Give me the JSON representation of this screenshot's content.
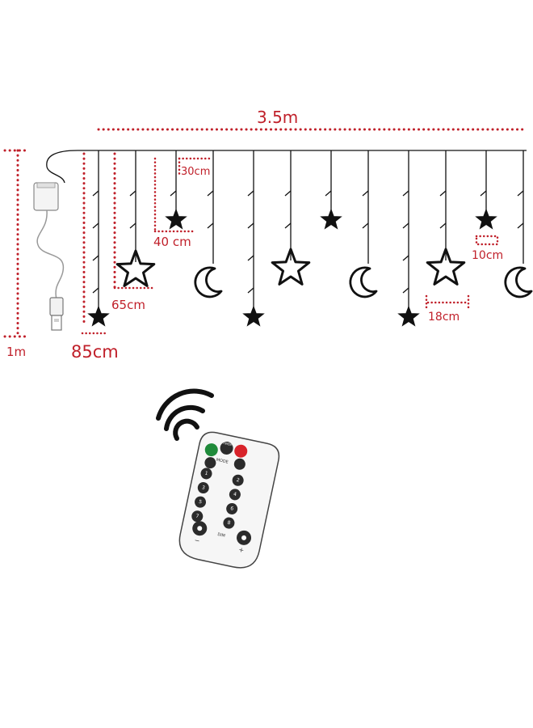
{
  "dimensions": {
    "total_width": "3.5m",
    "height": "1m",
    "strand_85": "85cm",
    "strand_65": "65cm",
    "strand_40": "40 cm",
    "strand_30": "30cm",
    "spacing_18": "18cm",
    "spacing_10": "10cm"
  },
  "remote": {
    "mode_label": "MODE",
    "timer_label": "TIMER",
    "dim_label": "DIM",
    "minus_label": "−",
    "plus_label": "+",
    "number_buttons": [
      "1",
      "2",
      "3",
      "4",
      "5",
      "6",
      "7",
      "8"
    ]
  },
  "colors": {
    "dimension_red": "#c0202a",
    "remote_green": "#1f8a3a",
    "remote_red": "#d8232a",
    "remote_button": "#2b2b2b"
  }
}
